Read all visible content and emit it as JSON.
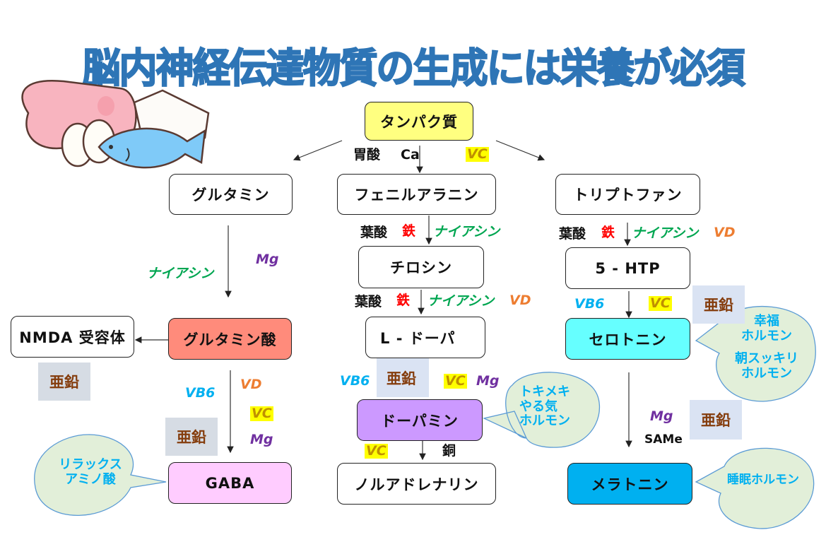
{
  "title": "脳内神経伝達物質の生成には栄養が必須",
  "illustration": "protein-foods-illustration",
  "nodes": {
    "protein": "タンパク質",
    "glutamine": "グルタミン",
    "phenylalanine": "フェニルアラニン",
    "tryptophan": "トリプトファン",
    "tyrosine": "チロシン",
    "htp": "5 - HTP",
    "nmda": "NMDA 受容体",
    "glutamate": "グルタミン酸",
    "ldopa": "L - ドーパ",
    "serotonin": "セロトニン",
    "dopamine": "ドーパミン",
    "gaba": "GABA",
    "noradrenaline": "ノルアドレナリン",
    "melatonin": "メラトニン"
  },
  "nutrients": {
    "stomach_acid": "胃酸",
    "calcium": "Ca",
    "vitamin_c": "VC",
    "folic_acid": "葉酸",
    "iron": "鉄",
    "niacin": "ナイアシン",
    "vitamin_d": "VD",
    "vitamin_b6": "VB6",
    "zinc": "亜鉛",
    "magnesium": "Mg",
    "copper": "銅",
    "same": "SAMe"
  },
  "bubbles": {
    "gaba": [
      "リラックス",
      "アミノ酸"
    ],
    "dopamine": [
      "トキメキ",
      "やる気",
      "ホルモン"
    ],
    "serotonin": [
      "幸福",
      "ホルモン",
      "",
      "朝スッキリ",
      "ホルモン"
    ],
    "melatonin": [
      "睡眠ホルモン"
    ]
  },
  "colors": {
    "title": "#2e75b6",
    "protein": "#ffff80",
    "glutamate": "#ff8b7b",
    "dopamine": "#cc99ff",
    "serotonin": "#66ffff",
    "melatonin": "#00b0f0",
    "gaba": "#ffccff",
    "bubble_fill": "#e2efd9",
    "bubble_stroke": "#5b9bd5"
  }
}
